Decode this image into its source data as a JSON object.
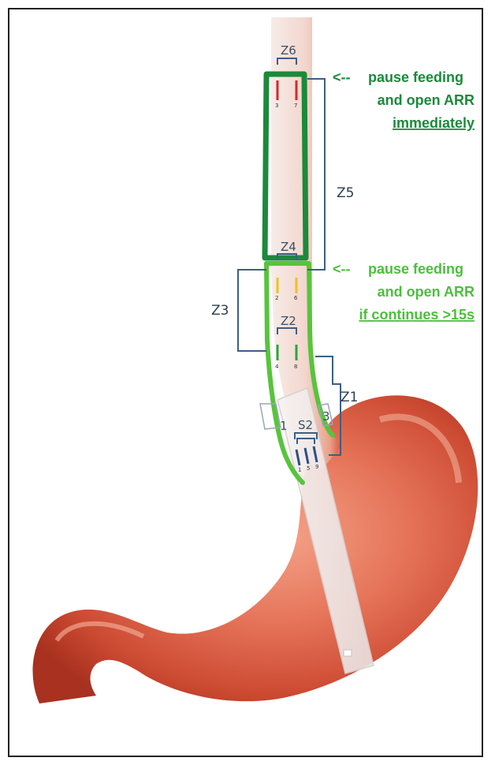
{
  "colors": {
    "dark_green": "#1b8a3a",
    "light_green": "#58c43c",
    "bracket_blue": "#3c5f85",
    "stomach": "#e0715a",
    "tube": "#f3e6e2"
  },
  "zones": {
    "z1": "Z1",
    "z2": "Z2",
    "z3": "Z3",
    "z4": "Z4",
    "z5": "Z5",
    "z6": "Z6",
    "s2": "S2",
    "one": "1",
    "s3": "3"
  },
  "sensor_numbers": {
    "n3": "3",
    "n7": "7",
    "n2": "2",
    "n6": "6",
    "n4": "4",
    "n8": "8",
    "n1": "1",
    "n5": "5",
    "n9": "9"
  },
  "callouts": {
    "top": {
      "arrow": "<--",
      "line1": "pause feeding",
      "line2": "and open ARR",
      "line3": "immediately"
    },
    "bottom": {
      "arrow": "<--",
      "line1": "pause feeding",
      "line2": "and open ARR",
      "line3": "if continues >15s"
    }
  }
}
